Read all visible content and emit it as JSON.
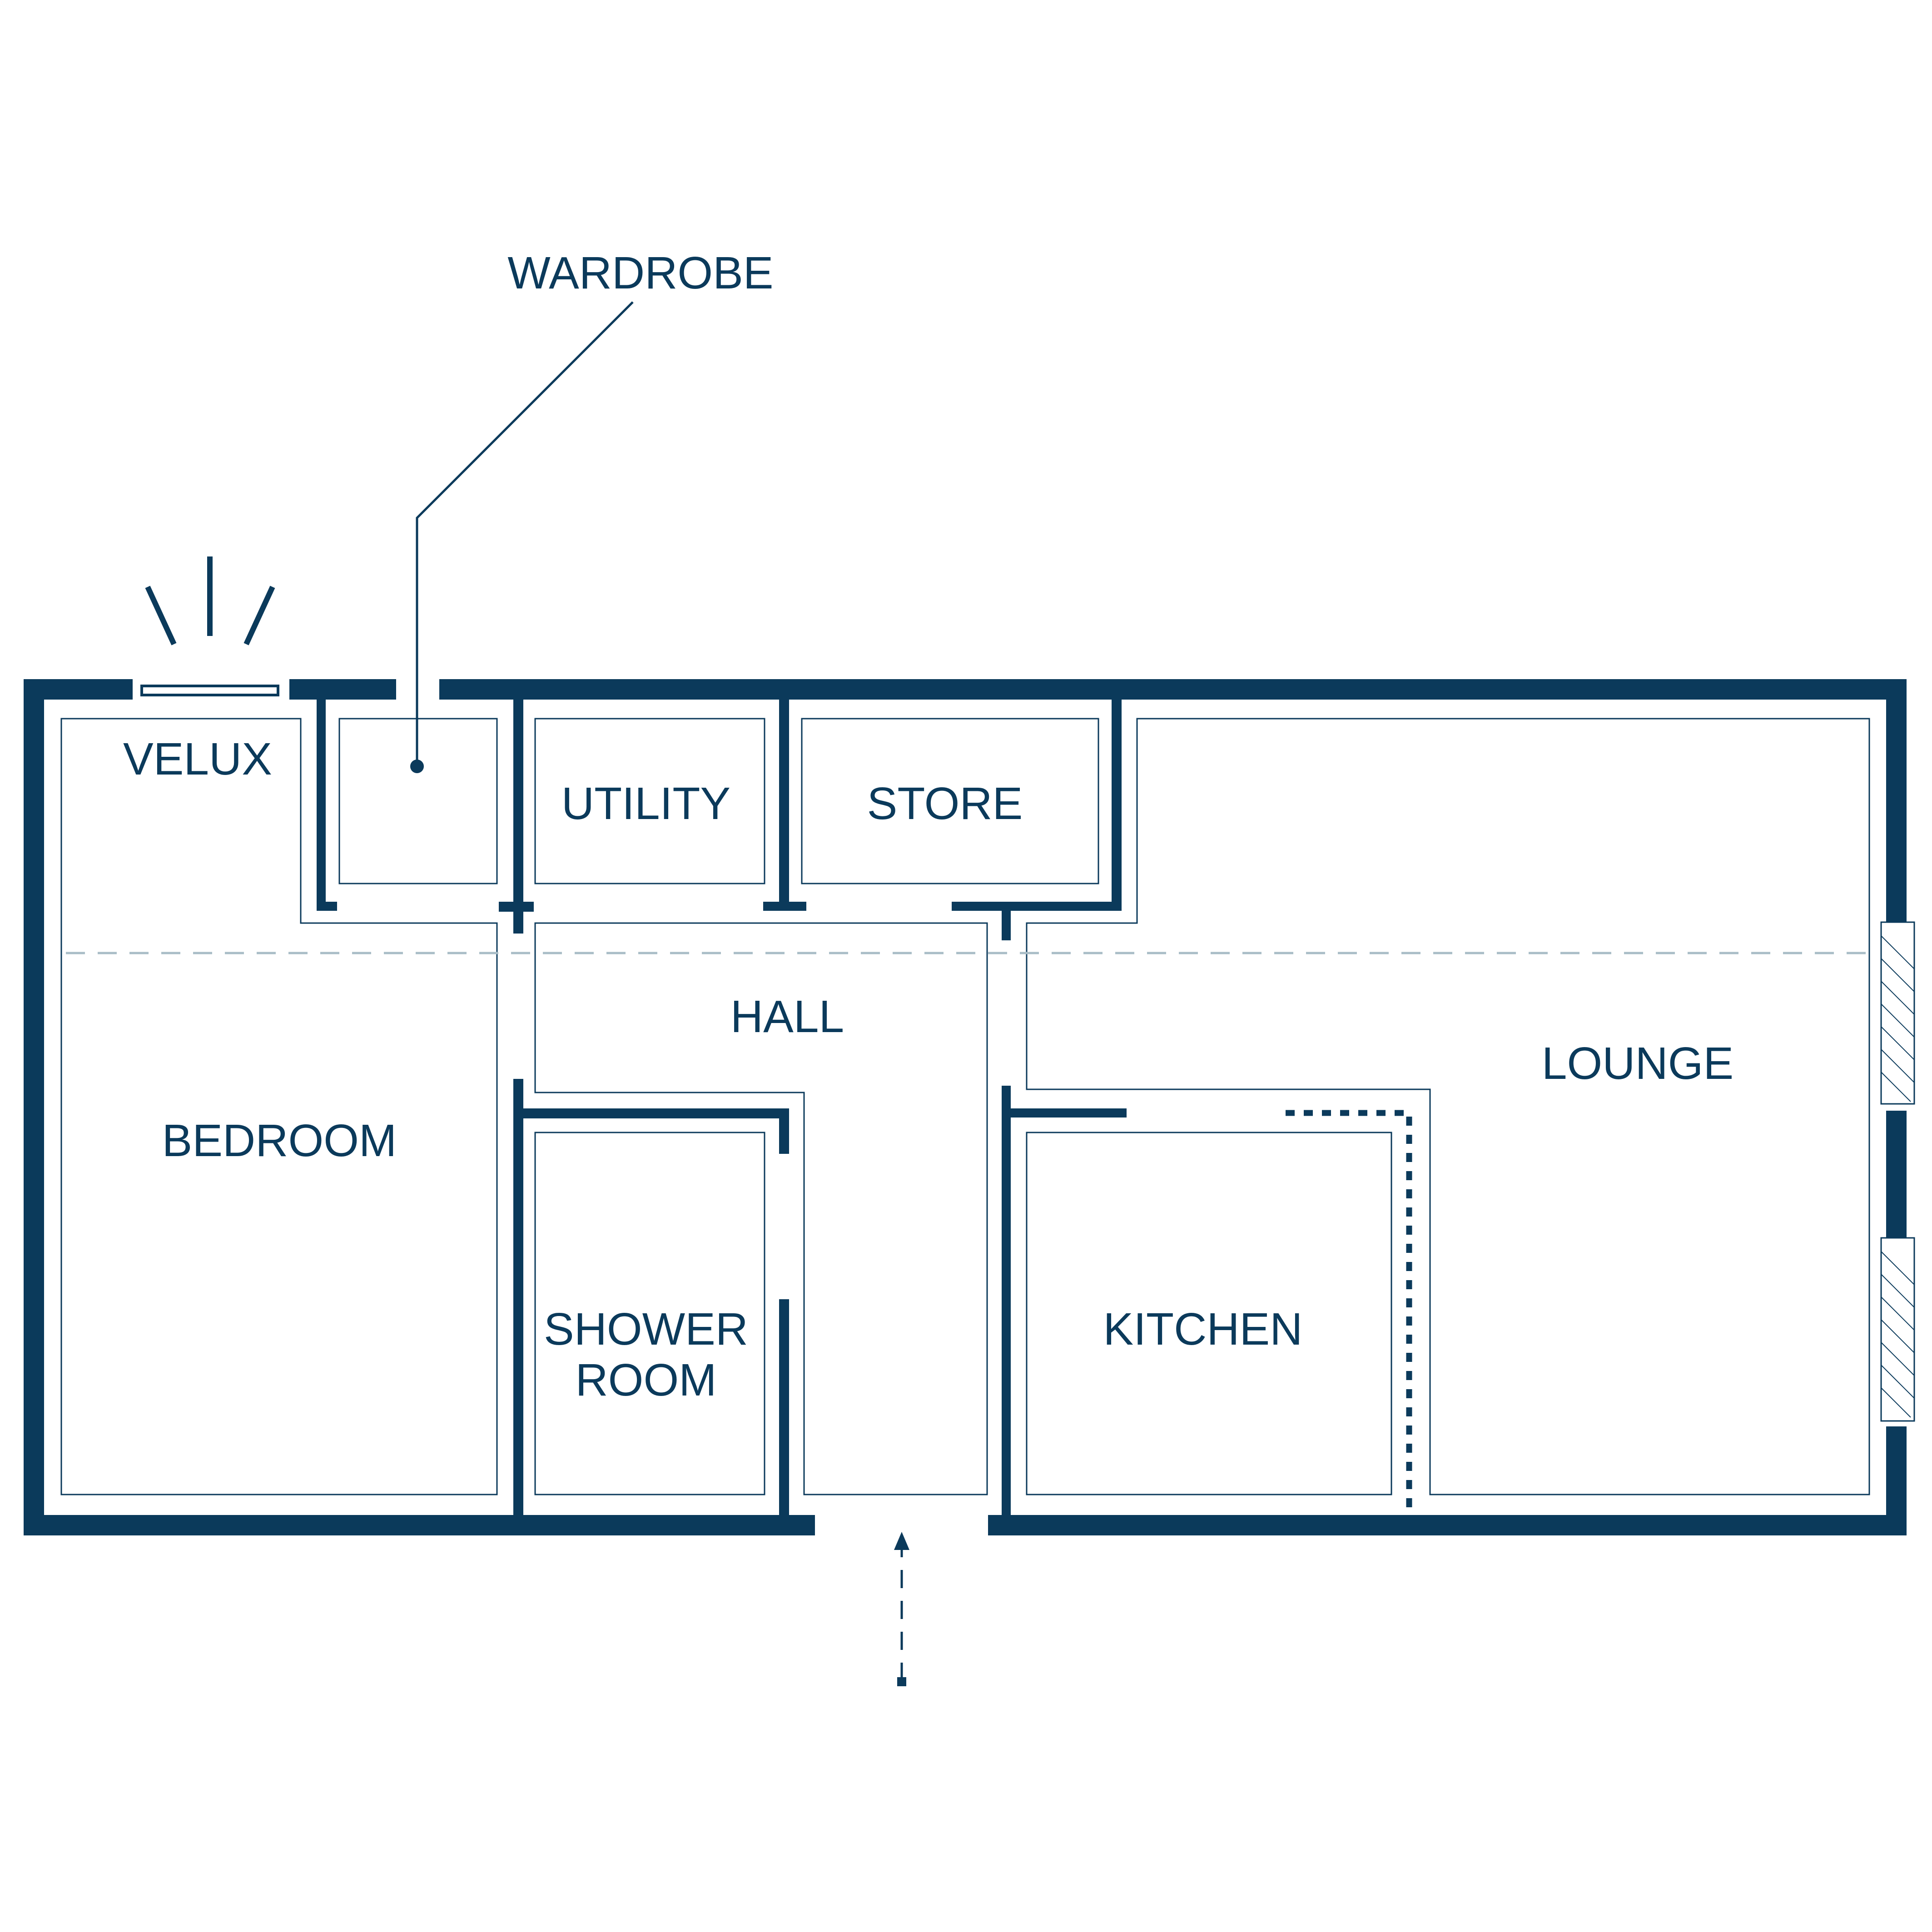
{
  "rooms": {
    "wardrobe": "WARDROBE",
    "velux": "VELUX",
    "utility": "UTILITY",
    "store": "STORE",
    "hall": "HALL",
    "lounge": "LOUNGE",
    "bedroom": "BEDROOM",
    "shower_line1": "SHOWER",
    "shower_line2": "ROOM",
    "kitchen": "KITCHEN"
  },
  "colors": {
    "wall": "#0b3a5b",
    "slope_line": "#a8bcc6",
    "background": "#ffffff"
  }
}
